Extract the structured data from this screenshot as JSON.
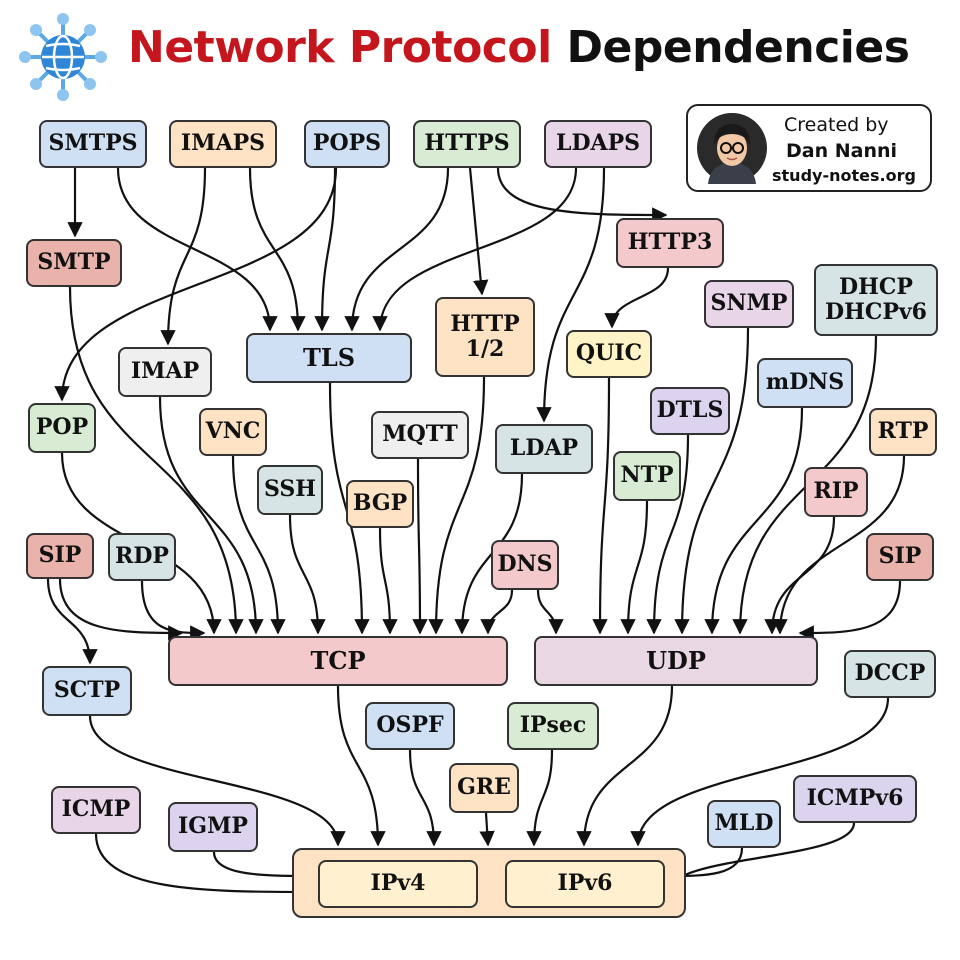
{
  "title": {
    "part1": "Network Protocol",
    "part2": "Dependencies"
  },
  "credit": {
    "line1": "Created by",
    "line2": "Dan Nanni",
    "line3": "study-notes.org"
  },
  "colors": {
    "blue": "#cfe0f5",
    "orange": "#fde2c4",
    "green": "#d8ecd3",
    "purple": "#e8d6e8",
    "red": "#e9b3ab",
    "pink": "#f3c9cb",
    "gray": "#efefef",
    "teal": "#d6e4e6",
    "yellow": "#fff3c8",
    "lavender": "#dcd3ee",
    "cream": "#fff1cf",
    "mauve": "#ead7e4",
    "titleRed": "#c4161c"
  },
  "nodes": [
    {
      "id": "smtps",
      "label": "SMTPS",
      "color": "blue"
    },
    {
      "id": "imaps",
      "label": "IMAPS",
      "color": "orange"
    },
    {
      "id": "pops",
      "label": "POPS",
      "color": "blue"
    },
    {
      "id": "https",
      "label": "HTTPS",
      "color": "green"
    },
    {
      "id": "ldaps",
      "label": "LDAPS",
      "color": "purple"
    },
    {
      "id": "smtp",
      "label": "SMTP",
      "color": "red"
    },
    {
      "id": "http3",
      "label": "HTTP3",
      "color": "pink"
    },
    {
      "id": "snmp",
      "label": "SNMP",
      "color": "purple"
    },
    {
      "id": "dhcp",
      "label": "DHCP\nDHCPv6",
      "color": "teal"
    },
    {
      "id": "imap",
      "label": "IMAP",
      "color": "gray"
    },
    {
      "id": "tls",
      "label": "TLS",
      "color": "blue"
    },
    {
      "id": "http12",
      "label": "HTTP\n1/2",
      "color": "orange"
    },
    {
      "id": "quic",
      "label": "QUIC",
      "color": "yellow"
    },
    {
      "id": "mdns",
      "label": "mDNS",
      "color": "blue"
    },
    {
      "id": "pop",
      "label": "POP",
      "color": "green"
    },
    {
      "id": "vnc",
      "label": "VNC",
      "color": "orange"
    },
    {
      "id": "mqtt",
      "label": "MQTT",
      "color": "gray"
    },
    {
      "id": "dtls",
      "label": "DTLS",
      "color": "lavender"
    },
    {
      "id": "rtp",
      "label": "RTP",
      "color": "orange"
    },
    {
      "id": "ldap",
      "label": "LDAP",
      "color": "teal"
    },
    {
      "id": "ssh",
      "label": "SSH",
      "color": "teal"
    },
    {
      "id": "ntp",
      "label": "NTP",
      "color": "green"
    },
    {
      "id": "bgp",
      "label": "BGP",
      "color": "orange"
    },
    {
      "id": "rip",
      "label": "RIP",
      "color": "pink"
    },
    {
      "id": "sip1",
      "label": "SIP",
      "color": "red"
    },
    {
      "id": "rdp",
      "label": "RDP",
      "color": "teal"
    },
    {
      "id": "dns",
      "label": "DNS",
      "color": "pink"
    },
    {
      "id": "sip2",
      "label": "SIP",
      "color": "red"
    },
    {
      "id": "tcp",
      "label": "TCP",
      "color": "pink"
    },
    {
      "id": "udp",
      "label": "UDP",
      "color": "mauve"
    },
    {
      "id": "sctp",
      "label": "SCTP",
      "color": "blue"
    },
    {
      "id": "dccp",
      "label": "DCCP",
      "color": "teal"
    },
    {
      "id": "ospf",
      "label": "OSPF",
      "color": "blue"
    },
    {
      "id": "ipsec",
      "label": "IPsec",
      "color": "green"
    },
    {
      "id": "gre",
      "label": "GRE",
      "color": "orange"
    },
    {
      "id": "icmp",
      "label": "ICMP",
      "color": "purple"
    },
    {
      "id": "igmp",
      "label": "IGMP",
      "color": "lavender"
    },
    {
      "id": "icmpv6",
      "label": "ICMPv6",
      "color": "lavender"
    },
    {
      "id": "mld",
      "label": "MLD",
      "color": "blue"
    },
    {
      "id": "ipv4",
      "label": "IPv4",
      "color": "cream"
    },
    {
      "id": "ipv6",
      "label": "IPv6",
      "color": "cream"
    }
  ],
  "edges": [
    [
      "smtps",
      "smtp"
    ],
    [
      "smtps",
      "tls"
    ],
    [
      "imaps",
      "tls"
    ],
    [
      "imaps",
      "imap"
    ],
    [
      "pops",
      "tls"
    ],
    [
      "pops",
      "pop"
    ],
    [
      "https",
      "tls"
    ],
    [
      "https",
      "http12"
    ],
    [
      "https",
      "http3"
    ],
    [
      "ldaps",
      "tls"
    ],
    [
      "ldaps",
      "ldap"
    ],
    [
      "http3",
      "quic"
    ],
    [
      "smtp",
      "tcp"
    ],
    [
      "imap",
      "tcp"
    ],
    [
      "pop",
      "tcp"
    ],
    [
      "vnc",
      "tcp"
    ],
    [
      "ssh",
      "tcp"
    ],
    [
      "tls",
      "tcp"
    ],
    [
      "bgp",
      "tcp"
    ],
    [
      "mqtt",
      "tcp"
    ],
    [
      "http12",
      "tcp"
    ],
    [
      "ldap",
      "tcp"
    ],
    [
      "dns",
      "tcp"
    ],
    [
      "sip1",
      "tcp"
    ],
    [
      "rdp",
      "tcp"
    ],
    [
      "dns",
      "udp"
    ],
    [
      "quic",
      "udp"
    ],
    [
      "ntp",
      "udp"
    ],
    [
      "dtls",
      "udp"
    ],
    [
      "snmp",
      "udp"
    ],
    [
      "mdns",
      "udp"
    ],
    [
      "dhcp",
      "udp"
    ],
    [
      "rip",
      "udp"
    ],
    [
      "rtp",
      "udp"
    ],
    [
      "sip2",
      "udp"
    ],
    [
      "sip1",
      "sctp"
    ],
    [
      "tcp",
      "ipv4"
    ],
    [
      "udp",
      "ipv6"
    ],
    [
      "sctp",
      "ipv4"
    ],
    [
      "ospf",
      "ipv4"
    ],
    [
      "gre",
      "ipv4"
    ],
    [
      "ipsec",
      "ipv4"
    ],
    [
      "dccp",
      "ipv6"
    ],
    [
      "icmp",
      "ipv4"
    ],
    [
      "igmp",
      "ipv4"
    ],
    [
      "mld",
      "ipv6"
    ],
    [
      "icmpv6",
      "ipv6"
    ]
  ]
}
